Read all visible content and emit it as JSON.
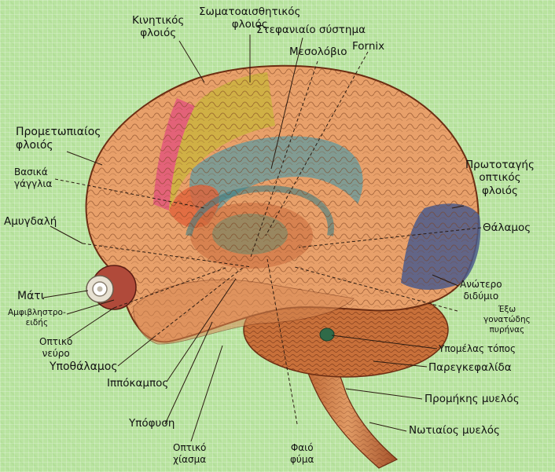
{
  "labels": {
    "motor_cortex": {
      "line1": "Κινητικός",
      "line2": "φλοιός"
    },
    "somatosensory_cortex": {
      "line1": "Σωματοαισθητικός",
      "line2": "φλοιός"
    },
    "limbic_system": "Στεφανιαίο σύστημα",
    "corpus_callosum": "Μεσολόβιο",
    "fornix": "Fornix",
    "premotor_cortex": {
      "line1": "Προμετωπιαίος",
      "line2": "φλοιός"
    },
    "basal_ganglia": {
      "line1": "Βασικά",
      "line2": "γάγγλια"
    },
    "amygdala": "Αμυγδαλή",
    "eye": "Μάτι",
    "retina": {
      "line1": "Αμφιβληστρο-",
      "line2": "ειδής"
    },
    "optic_nerve": {
      "line1": "Οπτικό",
      "line2": "νεύρο"
    },
    "hypothalamus": "Υποθάλαμος",
    "hippocampus": "Ιππόκαμπος",
    "pituitary": "Υπόφυση",
    "optic_chiasm": {
      "line1": "Οπτικό",
      "line2": "χίασμα"
    },
    "pineal_body": {
      "line1": "Φαιό",
      "line2": "φύμα"
    },
    "primary_visual_cortex": {
      "line1": "Πρωτοταγής",
      "line2": "οπτικός",
      "line3": "φλοιός"
    },
    "thalamus": "Θάλαμος",
    "superior_colliculus": {
      "line1": "Ανώτερο",
      "line2": "διδύμιο"
    },
    "lateral_geniculate": {
      "line1": "Έξω",
      "line2": "γονατώδης",
      "line3": "πυρήνας"
    },
    "locus_coeruleus": "Υπομέλας τόπος",
    "cerebellum": "Παρεγκεφαλίδα",
    "medulla": "Προμήκης μυελός",
    "spinal_cord": "Νωτιαίος μυελός"
  },
  "colors": {
    "background": "#b9e3a0",
    "cortex_base": "#e8a06a",
    "motor": "#e2577a",
    "somatosensory": "#c9b43c",
    "visual": "#4a5a8c",
    "limbic": "#5f9aa0",
    "thalamus": "#c96a3a",
    "cerebellum": "#c8703a",
    "leader_line": "#2a1a10"
  }
}
